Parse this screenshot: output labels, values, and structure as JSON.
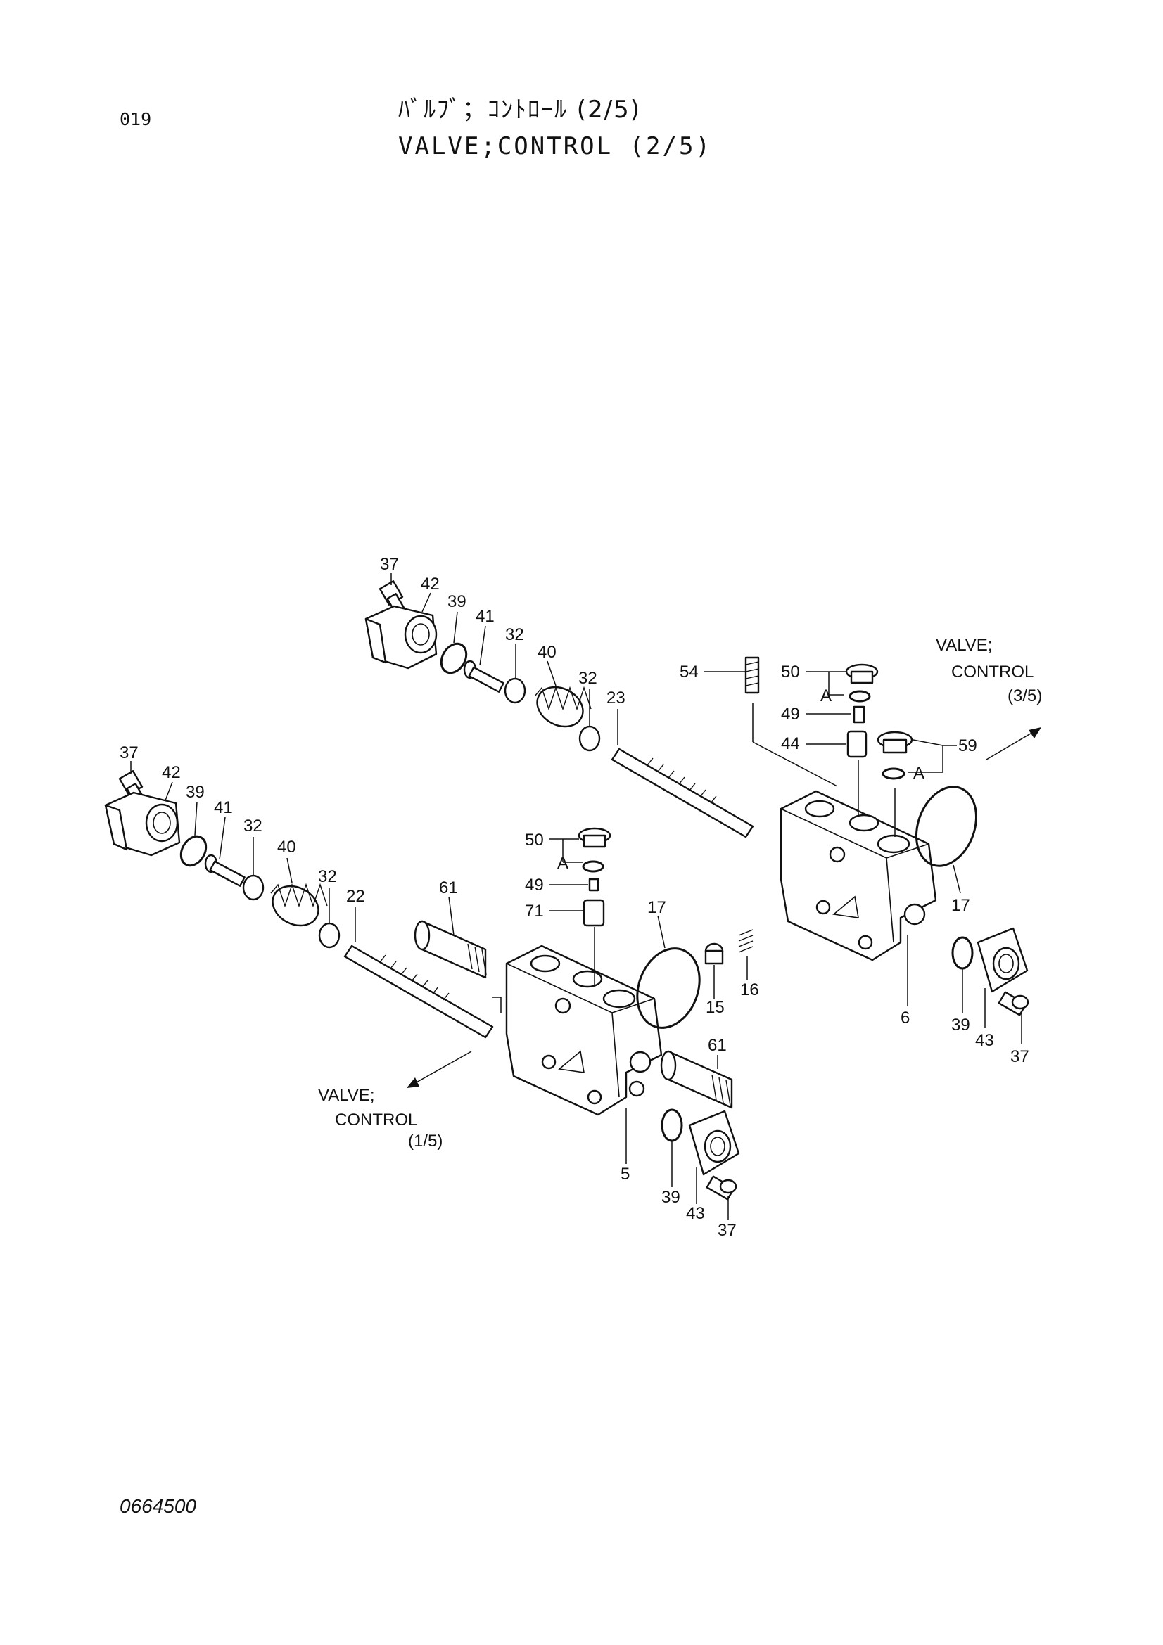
{
  "header": {
    "page_number": "019",
    "title_jp": "ﾊﾞﾙﾌﾞ；ｺﾝﾄﾛｰﾙ (2/5)",
    "title_en": "VALVE;CONTROL (2/5)"
  },
  "footer": {
    "drawing_number": "0664500"
  },
  "references": {
    "to_next_line1": "VALVE;",
    "to_next_line2": "CONTROL",
    "to_next_line3": "(3/5)",
    "to_prev_line1": "VALVE;",
    "to_prev_line2": "CONTROL",
    "to_prev_line3": "(1/5)"
  },
  "callouts": {
    "upper": {
      "p37_top": "37",
      "p42": "42",
      "p39": "39",
      "p41": "41",
      "p32a": "32",
      "p40": "40",
      "p32b": "32",
      "p23": "23",
      "p54": "54",
      "p50": "50",
      "pA1": "A",
      "p49": "49",
      "p44": "44",
      "p59": "59",
      "pA2": "A",
      "p17": "17",
      "p6": "6",
      "p39_port": "39",
      "p43": "43",
      "p37_port": "37"
    },
    "lower": {
      "p37_top": "37",
      "p42": "42",
      "p39": "39",
      "p41": "41",
      "p32a": "32",
      "p40": "40",
      "p32b": "32",
      "p22": "22",
      "p61_top": "61",
      "p50": "50",
      "pA": "A",
      "p49": "49",
      "p71": "71",
      "p17": "17",
      "p15": "15",
      "p16": "16",
      "p61_side": "61",
      "p5": "5",
      "p39_port": "39",
      "p43": "43",
      "p37_port": "37"
    }
  }
}
